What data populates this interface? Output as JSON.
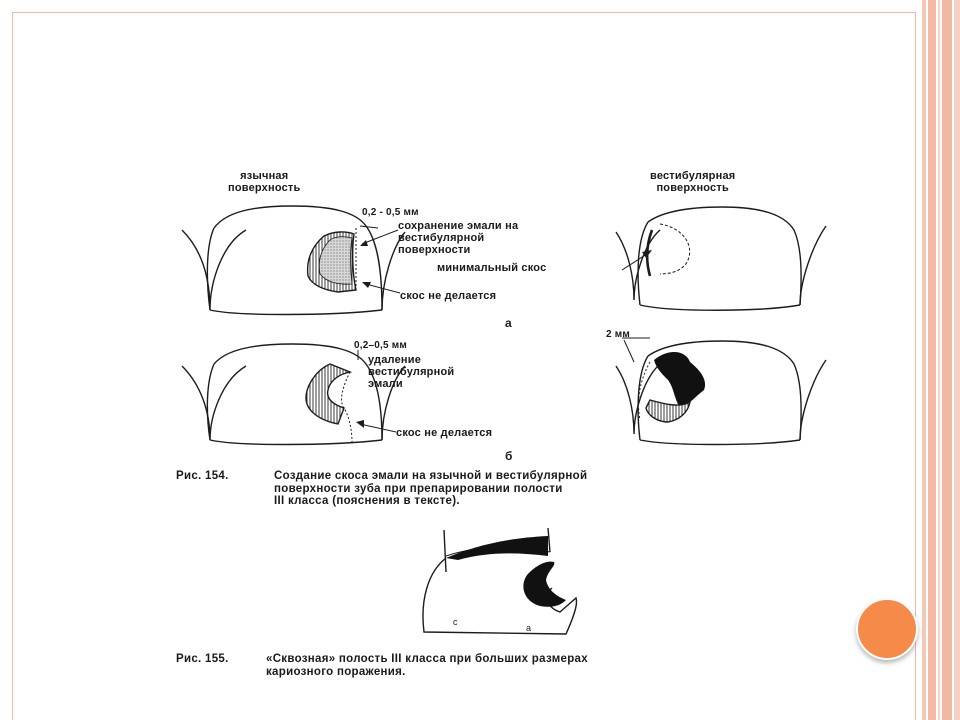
{
  "figure154": {
    "heading_left": "язычная\nповерхность",
    "heading_right": "вестибулярная\nповерхность",
    "a": {
      "dim_label": "0,2 - 0,5 мм",
      "note_enamel": "сохранение эмали на\nвестибулярной\nповерхности",
      "note_bevel": "минимальный скос",
      "note_no_bevel": "скос не делается",
      "panel_letter": "а"
    },
    "b": {
      "dim_label": "0,2–0,5 мм",
      "note_remove": "удаление\nвестибулярной\nэмали",
      "dim_label_right": "2 мм",
      "note_no_bevel": "скос не делается",
      "panel_letter": "б"
    },
    "caption_label": "Рис. 154.",
    "caption_text": "Создание скоса эмали на язычной и вестибулярной\nповерхности зуба при препарировании полости\nIII класса (пояснения в тексте)."
  },
  "figure155": {
    "mark_c": "с",
    "mark_a": "а",
    "caption_label": "Рис. 155.",
    "caption_text": "«Сквозная» полость III класса при больших размерах\nкариозного поражения."
  },
  "colors": {
    "frame": "#f2b9a3",
    "stripes": "#f3b9a4",
    "nav_dot": "#f58a49",
    "ink": "#1a1a1a"
  }
}
